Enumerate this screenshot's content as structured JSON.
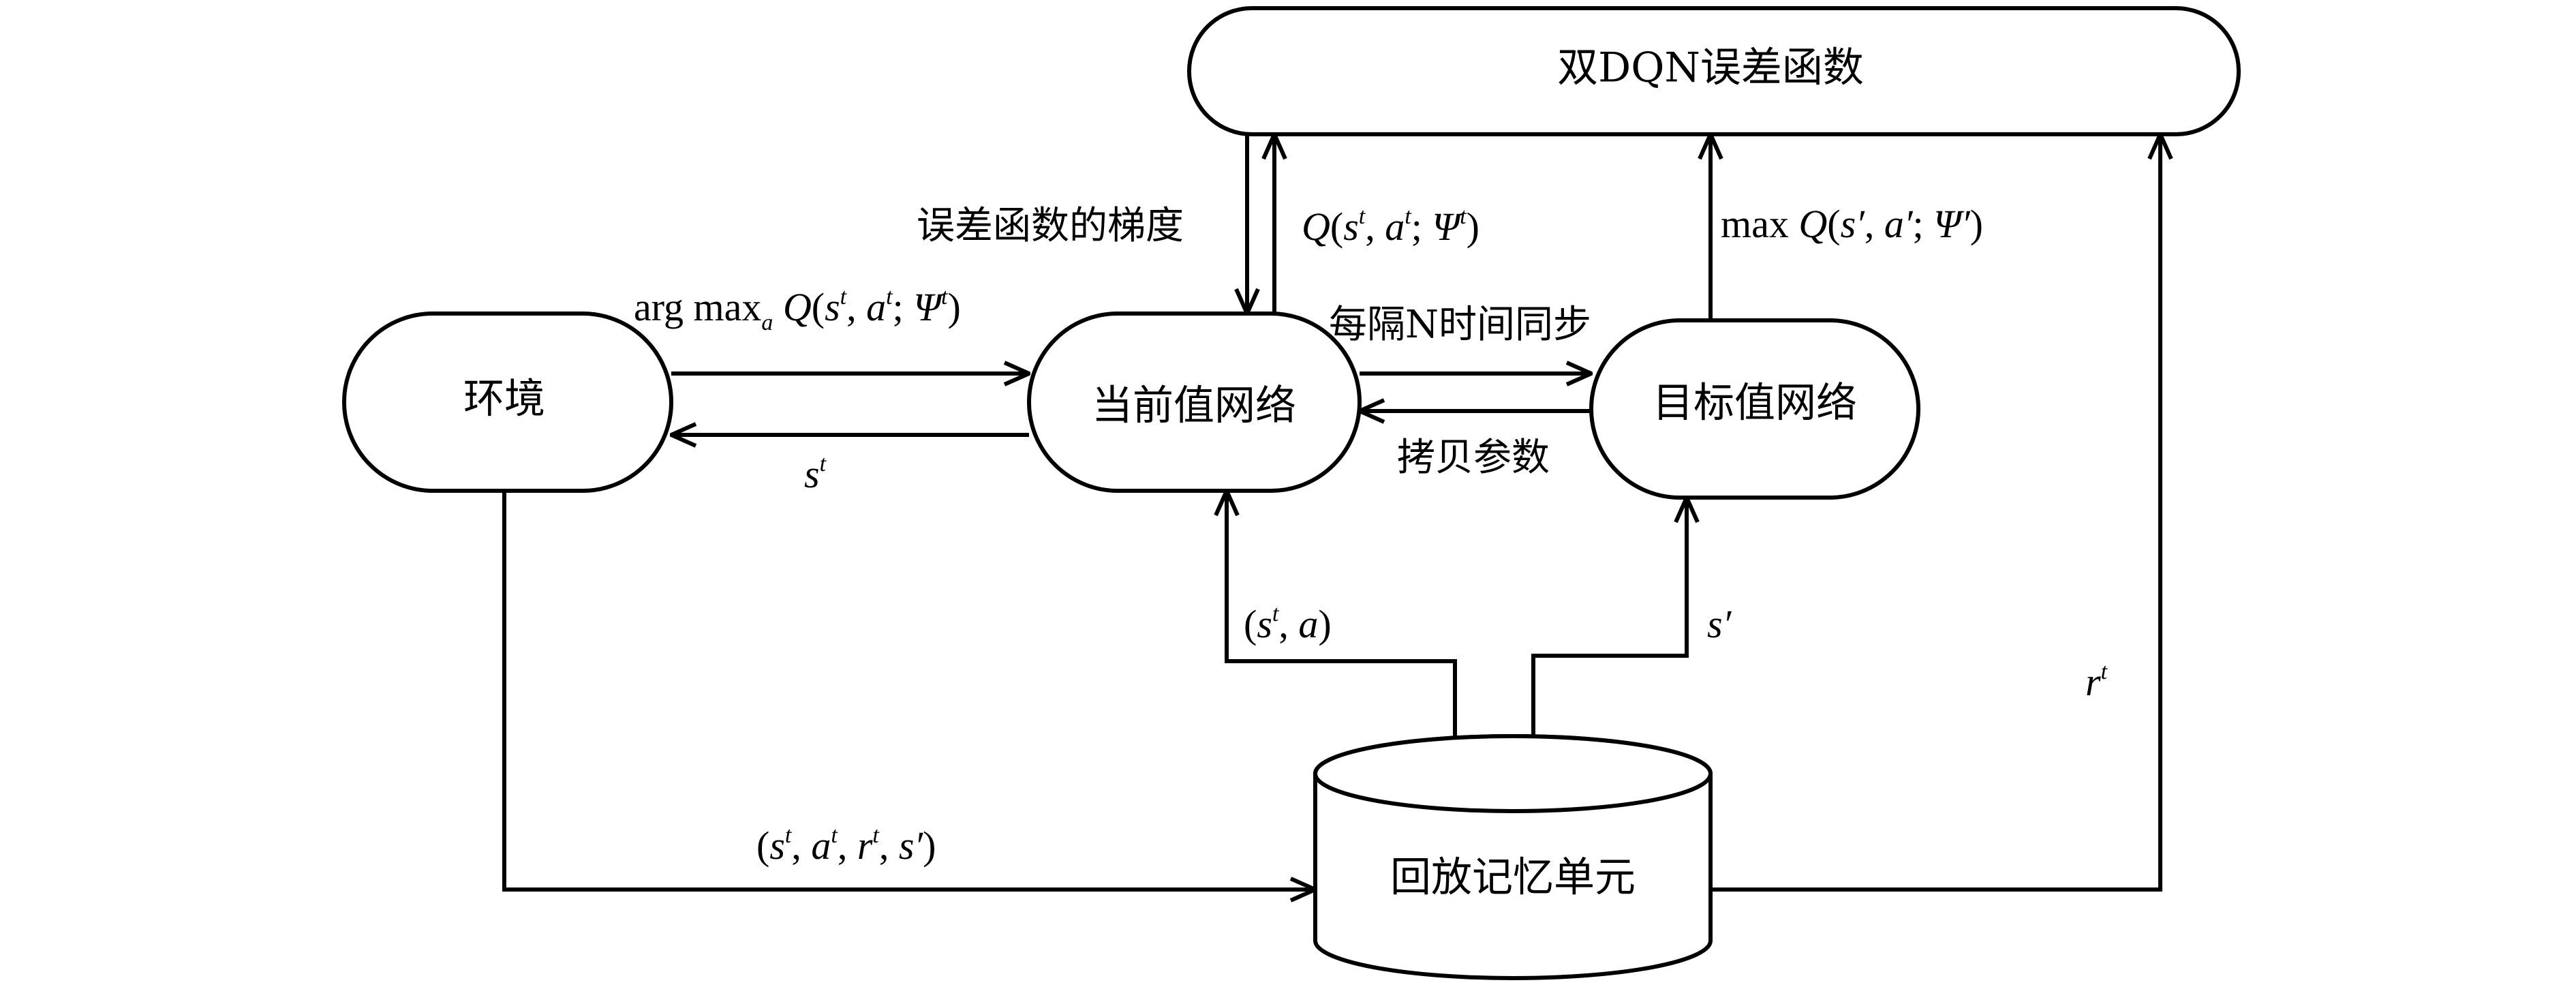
{
  "nodes": {
    "error_fn": "双DQN误差函数",
    "env": "环境",
    "current_net": "当前值网络",
    "target_net": "目标值网络",
    "replay": "回放记忆单元"
  },
  "labels": {
    "gradient": "误差函数的梯度",
    "sync": "每隔N时间同步",
    "copy": "拷贝参数",
    "q_current": "Q(s^t, a^t; Ψ^t)",
    "q_target": "max Q(s′, a′; Ψ′)",
    "argmax": "arg max_a Q(s^t, a^t; Ψ^t)",
    "state": "s^t",
    "sa": "(s^t, a)",
    "sprime": "s′",
    "reward": "r^t",
    "transition": "(s^t, a^t, r^t, s′)"
  }
}
